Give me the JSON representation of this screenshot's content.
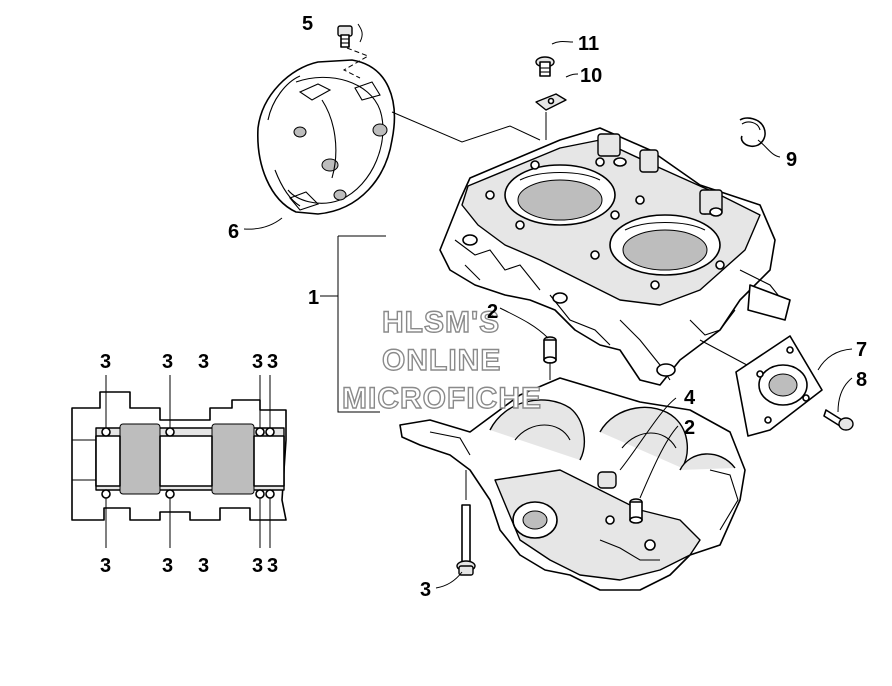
{
  "labels": {
    "l1": "1",
    "l2a": "2",
    "l2b": "2",
    "l3_bottom": "3",
    "l3_top": [
      "3",
      "3",
      "3",
      "3",
      "3"
    ],
    "l3_bot": [
      "3",
      "3",
      "3",
      "3",
      "3"
    ],
    "l4": "4",
    "l5": "5",
    "l6": "6",
    "l7": "7",
    "l8": "8",
    "l9": "9",
    "l10": "10",
    "l11": "11"
  },
  "watermark": {
    "line1": "HLSM'S",
    "line2": "ONLINE",
    "line3": "MICROFICHE"
  },
  "parts": {
    "upper_crankcase": "upper-crankcase",
    "lower_crankcase": "lower-crankcase",
    "recoil_housing": "recoil-housing",
    "cover_plate": "cover-plate",
    "snap_ring": "snap-ring",
    "bolt": "bolt",
    "dowel_pin": "dowel-pin",
    "bearing_detail": "bearing-detail"
  }
}
